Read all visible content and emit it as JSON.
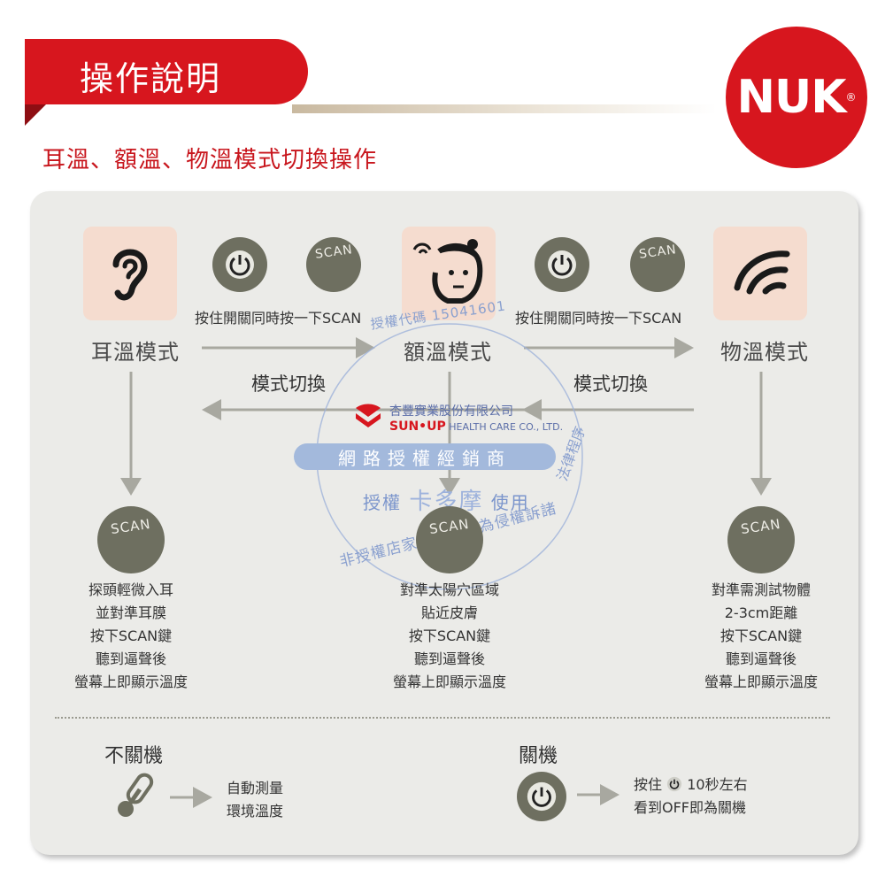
{
  "header": {
    "title": "操作說明",
    "brand": "NUK",
    "brand_mark": "®",
    "subtitle": "耳溫、額溫、物溫模式切換操作"
  },
  "modes": {
    "ear": {
      "label": "耳溫模式",
      "instructions": [
        "探頭輕微入耳",
        "並對準耳膜",
        "按下SCAN鍵",
        "聽到逼聲後",
        "螢幕上即顯示溫度"
      ]
    },
    "forehead": {
      "label": "額溫模式",
      "instructions": [
        "對準太陽穴區域",
        "貼近皮膚",
        "按下SCAN鍵",
        "聽到逼聲後",
        "螢幕上即顯示溫度"
      ]
    },
    "object": {
      "label": "物溫模式",
      "instructions": [
        "對準需測試物體",
        "2-3cm距離",
        "按下SCAN鍵",
        "聽到逼聲後",
        "螢幕上即顯示溫度"
      ]
    }
  },
  "transitions": {
    "press_left": "按住開關同時按一下SCAN",
    "press_right": "按住開關同時按一下SCAN",
    "switch_left": "模式切換",
    "switch_right": "模式切換"
  },
  "scan_label": "SCAN",
  "bottom": {
    "no_off": {
      "title": "不關機",
      "lines": [
        "自動測量",
        "環境溫度"
      ]
    },
    "off": {
      "title": "關機",
      "line1_prefix": "按住",
      "line1_suffix": "10秒左右",
      "line2": "看到OFF即為關機"
    }
  },
  "watermark": {
    "code": "授權代碼 15041601",
    "company": "杏豐實業股份有限公司",
    "company_en": "SUN•UP",
    "company_en2": "HEALTH CARE CO., LTD.",
    "banner": "網路授權經銷商",
    "use_prefix": "授權",
    "use_name": "卡多摩",
    "use_suffix": "使用",
    "arc_bottom": "非授權店家使用，即為侵權訴諸",
    "arc_right": "法律程序"
  },
  "colors": {
    "brand_red": "#d7161e",
    "panel_bg": "#ebebe8",
    "icon_box": "#f5dccf",
    "button_gray": "#6e6f60",
    "arrow_gray": "#a8a8a0"
  }
}
